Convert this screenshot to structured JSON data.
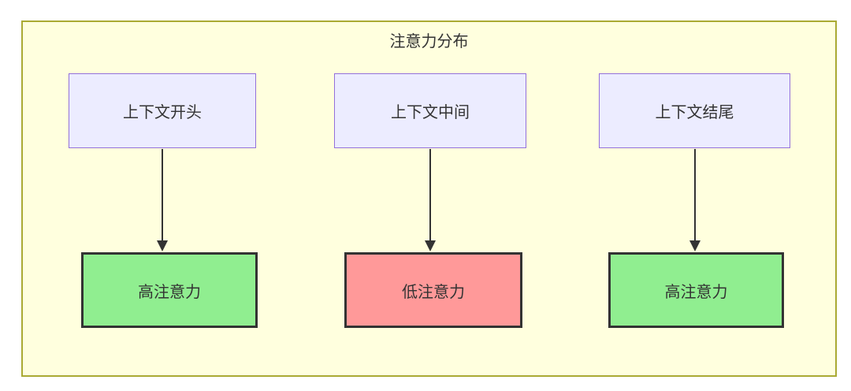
{
  "diagram": {
    "title": "注意力分布",
    "top_nodes": [
      {
        "id": "context-start",
        "label": "上下文开头"
      },
      {
        "id": "context-middle",
        "label": "上下文中间"
      },
      {
        "id": "context-end",
        "label": "上下文结尾"
      }
    ],
    "result_nodes": [
      {
        "id": "high-attention-start",
        "label": "高注意力",
        "level": "high"
      },
      {
        "id": "low-attention-middle",
        "label": "低注意力",
        "level": "low"
      },
      {
        "id": "high-attention-end",
        "label": "高注意力",
        "level": "high"
      }
    ],
    "edges": [
      {
        "from": "context-start",
        "to": "high-attention-start"
      },
      {
        "from": "context-middle",
        "to": "low-attention-middle"
      },
      {
        "from": "context-end",
        "to": "high-attention-end"
      }
    ],
    "colors": {
      "cluster_fill": "#ffffde",
      "cluster_border": "#aaaa33",
      "source_node_fill": "#ececff",
      "source_node_border": "#9370db",
      "high_attention_fill": "#90ee90",
      "low_attention_fill": "#ff9999",
      "result_node_border": "#333333",
      "arrow": "#333333",
      "text": "#333333"
    }
  }
}
